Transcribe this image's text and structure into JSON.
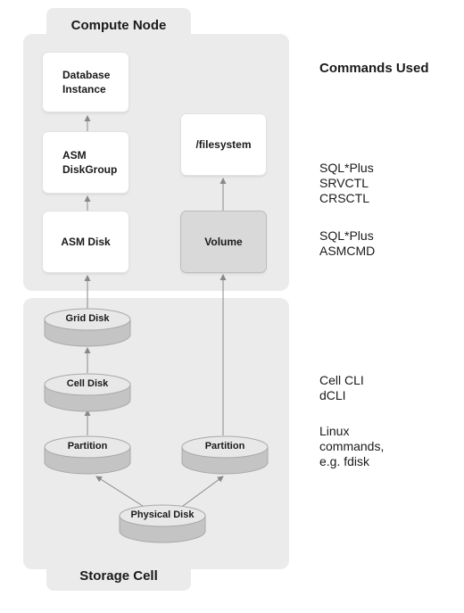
{
  "compute_node": {
    "title": "Compute Node"
  },
  "storage_cell": {
    "title": "Storage Cell"
  },
  "boxes": {
    "database_instance": [
      "Database",
      "Instance"
    ],
    "asm_diskgroup": [
      "ASM",
      "DiskGroup"
    ],
    "asm_disk": "ASM Disk",
    "filesystem": "/filesystem",
    "volume": "Volume"
  },
  "disks": {
    "grid_disk": "Grid Disk",
    "cell_disk": "Cell Disk",
    "partition_left": "Partition",
    "partition_right": "Partition",
    "physical_disk": "Physical Disk"
  },
  "commands": {
    "heading": "Commands Used",
    "group1": [
      "SQL*Plus",
      "SRVCTL",
      "CRSCTL"
    ],
    "group2": [
      "SQL*Plus",
      "ASMCMD"
    ],
    "group3": [
      "Cell CLI",
      "dCLI"
    ],
    "group4": [
      "Linux",
      "commands,",
      "e.g. fdisk"
    ]
  },
  "colors": {
    "panel": "#ebebeb",
    "box": "#ffffff",
    "volume_box": "#d9d9d9",
    "disk_top": "#e8e8e8",
    "disk_side": "#c4c4c4",
    "arrow": "#888888"
  }
}
